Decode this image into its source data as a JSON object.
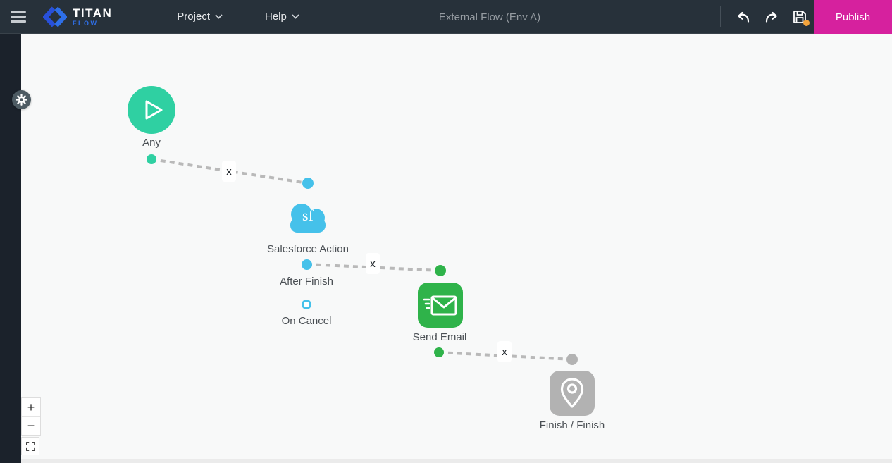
{
  "topbar": {
    "logo": {
      "title": "TITAN",
      "subtitle": "FLOW"
    },
    "menus": [
      {
        "label": "Project"
      },
      {
        "label": "Help"
      }
    ],
    "flow_title": "External Flow (Env A)",
    "publish_label": "Publish",
    "colors": {
      "bar_bg": "#27313a",
      "left_strip_bg": "#1b222b",
      "publish_bg": "#d6219e",
      "unsaved_dot": "#f2a33c",
      "logo_blue": "#2e6fe8"
    }
  },
  "canvas": {
    "background": "#f8f9f9",
    "nodes": [
      {
        "id": "any",
        "type": "start",
        "label": "Any",
        "color": "#2fd0a2"
      },
      {
        "id": "salesforce-action",
        "type": "salesforce",
        "label": "Salesforce Action",
        "badge": "sf",
        "color": "#45c1ea"
      },
      {
        "id": "send-email",
        "type": "email",
        "label": "Send Email",
        "color": "#2fb34a"
      },
      {
        "id": "finish",
        "type": "finish",
        "label": "Finish / Finish",
        "color": "#b2b2b2"
      }
    ],
    "ports": [
      {
        "label": "After Finish"
      },
      {
        "label": "On Cancel"
      }
    ],
    "connections": [
      {
        "from": "Any",
        "to": "Salesforce Action",
        "label": "x"
      },
      {
        "from": "Salesforce Action / After Finish",
        "to": "Send Email",
        "label": "x"
      },
      {
        "from": "Send Email",
        "to": "Finish / Finish",
        "label": "x"
      }
    ],
    "controls": {
      "zoom_in": "+",
      "zoom_out": "−"
    }
  }
}
